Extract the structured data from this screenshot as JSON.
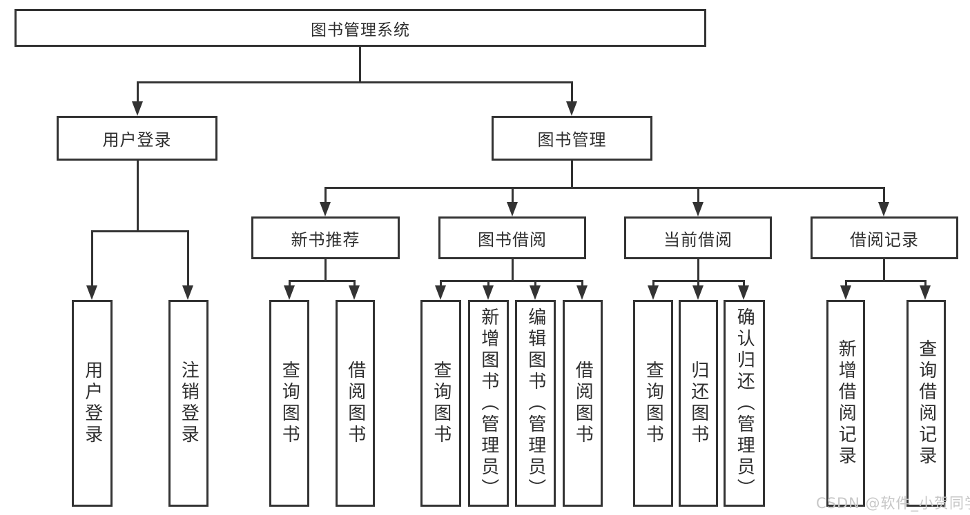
{
  "diagram_type": "hierarchy-tree",
  "tree": {
    "label": "图书管理系统",
    "children": [
      {
        "label": "用户登录",
        "children": [
          {
            "label": "用户登录"
          },
          {
            "label": "注销登录"
          }
        ]
      },
      {
        "label": "图书管理",
        "children": [
          {
            "label": "新书推荐",
            "children": [
              {
                "label": "查询图书"
              },
              {
                "label": "借阅图书"
              }
            ]
          },
          {
            "label": "图书借阅",
            "children": [
              {
                "label": "查询图书"
              },
              {
                "label": "新增图书（管理员）"
              },
              {
                "label": "编辑图书（管理员）"
              },
              {
                "label": "借阅图书"
              }
            ]
          },
          {
            "label": "当前借阅",
            "children": [
              {
                "label": "查询图书"
              },
              {
                "label": "归还图书"
              },
              {
                "label": "确认归还（管理员）"
              }
            ]
          },
          {
            "label": "借阅记录",
            "children": [
              {
                "label": "新增借阅记录"
              },
              {
                "label": "查询借阅记录"
              }
            ]
          }
        ]
      }
    ]
  },
  "watermark": "CSDN @软件_小贺同学",
  "colors": {
    "line": "#333333",
    "text": "#2e2e2e",
    "background": "#ffffff",
    "watermark": "#c7c7c7"
  }
}
